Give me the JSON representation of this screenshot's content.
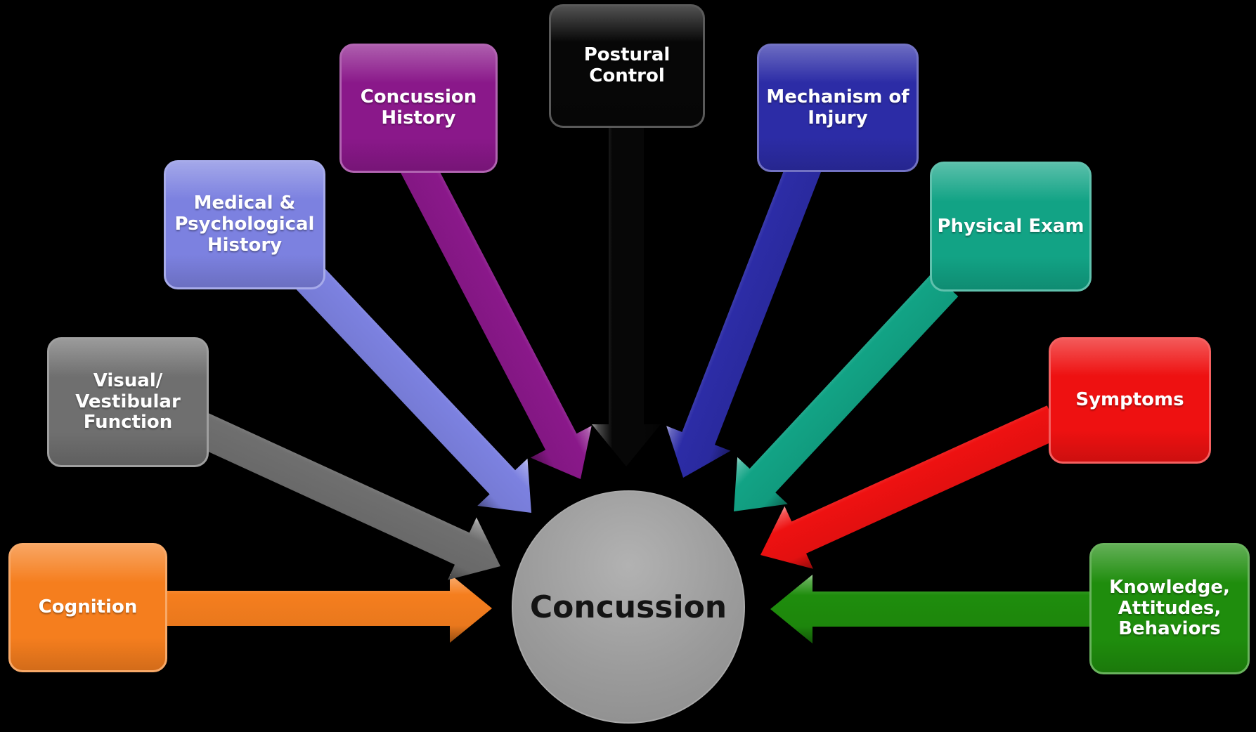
{
  "background": "#000000",
  "center": {
    "label": "Concussion",
    "color": "#9B9B9B",
    "text_color": "#141414"
  },
  "nodes": [
    {
      "id": "cognition",
      "label": "Cognition",
      "color": "#F57E1E",
      "text_color": "#FFFFFF"
    },
    {
      "id": "visual-vestibular-function",
      "label": "Visual/\nVestibular\nFunction",
      "color": "#6F6F6F",
      "text_color": "#FFFFFF"
    },
    {
      "id": "medical-psychological-history",
      "label": "Medical &\nPsychological\nHistory",
      "color": "#7C81E0",
      "text_color": "#FFFFFF"
    },
    {
      "id": "concussion-history",
      "label": "Concussion\nHistory",
      "color": "#8A188A",
      "text_color": "#FFFFFF"
    },
    {
      "id": "postural-control",
      "label": "Postural\nControl",
      "color": "#070707",
      "text_color": "#FFFFFF"
    },
    {
      "id": "mechanism-of-injury",
      "label": "Mechanism of\nInjury",
      "color": "#2C2CA6",
      "text_color": "#FFFFFF"
    },
    {
      "id": "physical-exam",
      "label": "Physical Exam",
      "color": "#12A385",
      "text_color": "#FFFFFF"
    },
    {
      "id": "symptoms",
      "label": "Symptoms",
      "color": "#EE1111",
      "text_color": "#FFFFFF"
    },
    {
      "id": "knowledge-attitudes-behaviors",
      "label": "Knowledge,\nAttitudes,\nBehaviors",
      "color": "#1F8D0D",
      "text_color": "#FFFFFF"
    }
  ]
}
